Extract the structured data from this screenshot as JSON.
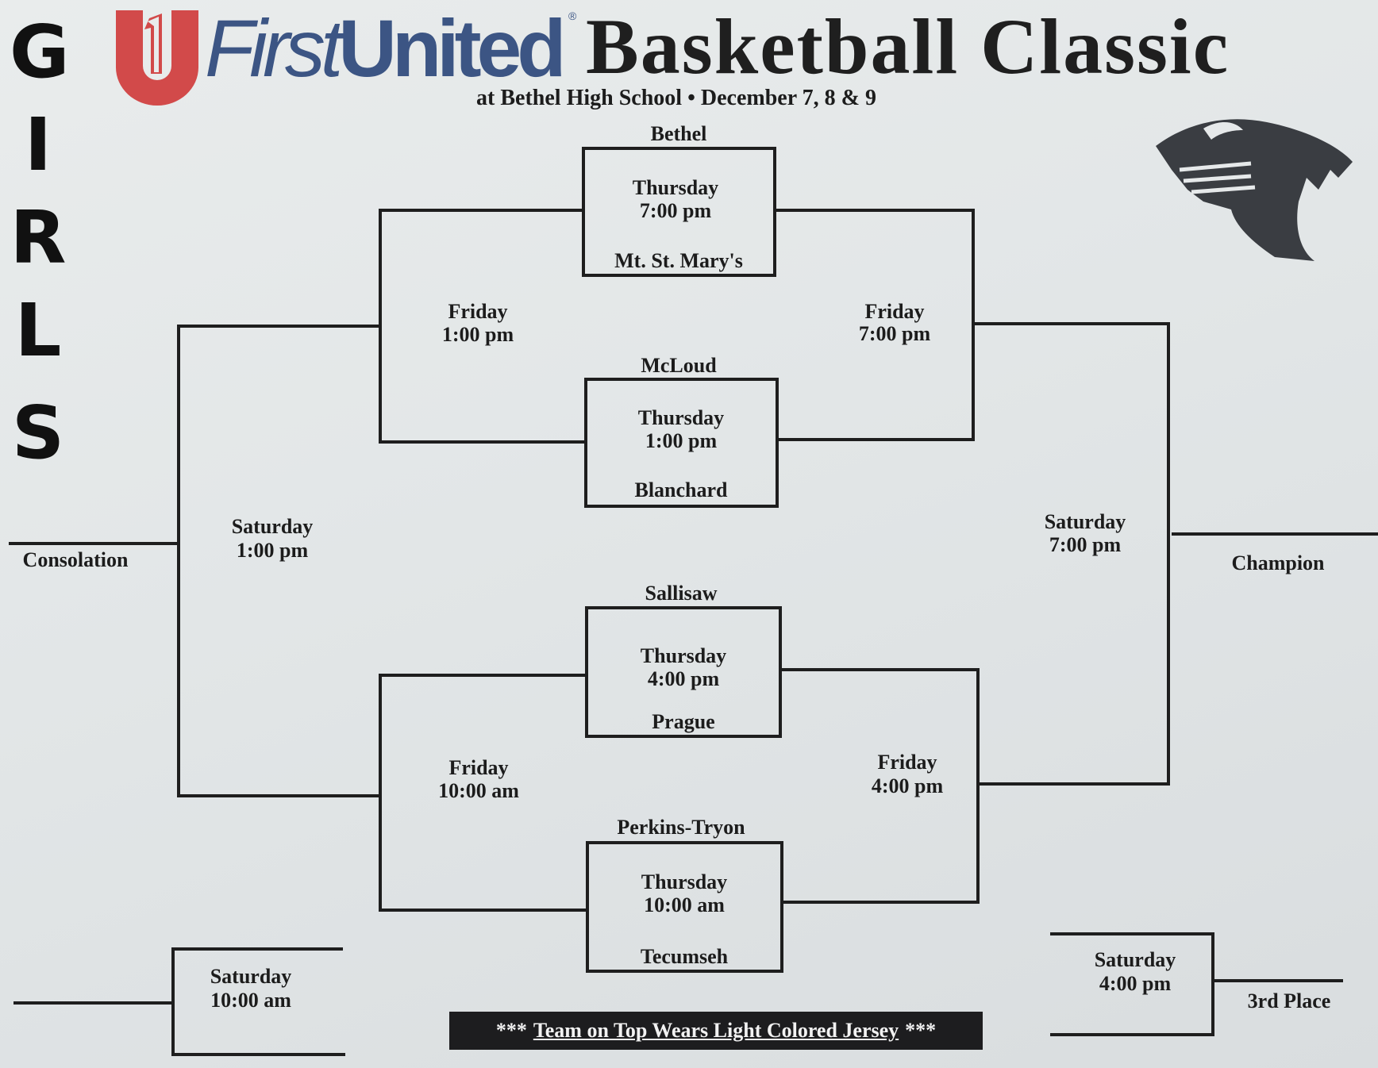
{
  "header": {
    "side_label": [
      "G",
      "I",
      "R",
      "L",
      "S"
    ],
    "logo_first": "First",
    "logo_united": "United",
    "logo_registered": "®",
    "title": "Basketball Classic",
    "subtitle": "at Bethel High School • December 7, 8 & 9",
    "logo_icon": "first-united-u-logo",
    "mascot_icon": "panther-head"
  },
  "first_round": [
    {
      "top_team": "Bethel",
      "day": "Thursday",
      "time": "7:00 pm",
      "bottom_team": "Mt. St. Mary's"
    },
    {
      "top_team": "McLoud",
      "day": "Thursday",
      "time": "1:00 pm",
      "bottom_team": "Blanchard"
    },
    {
      "top_team": "Sallisaw",
      "day": "Thursday",
      "time": "4:00 pm",
      "bottom_team": "Prague"
    },
    {
      "top_team": "Perkins-Tryon",
      "day": "Thursday",
      "time": "10:00 am",
      "bottom_team": "Tecumseh"
    }
  ],
  "second_round": {
    "consolation_top": {
      "day": "Friday",
      "time": "1:00 pm"
    },
    "winners_top": {
      "day": "Friday",
      "time": "7:00 pm"
    },
    "consolation_bottom": {
      "day": "Friday",
      "time": "10:00 am"
    },
    "winners_bottom": {
      "day": "Friday",
      "time": "4:00 pm"
    }
  },
  "finals": {
    "consolation": {
      "day": "Saturday",
      "time": "1:00 pm",
      "label": "Consolation"
    },
    "championship": {
      "day": "Saturday",
      "time": "7:00 pm",
      "label": "Champion"
    },
    "seventh": {
      "day": "Saturday",
      "time": "10:00 am"
    },
    "third": {
      "day": "Saturday",
      "time": "4:00 pm",
      "label": "3rd Place"
    }
  },
  "banner": {
    "stars_left": "***",
    "message": "Team on Top Wears Light Colored Jersey",
    "stars_right": "***"
  }
}
